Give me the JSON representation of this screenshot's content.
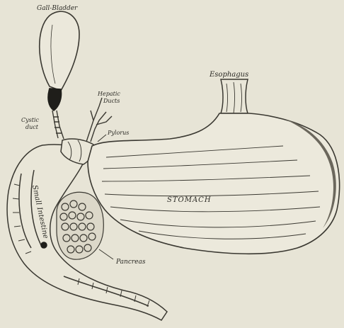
{
  "figure": {
    "labels": {
      "gall_bladder": "Gall-Bladder",
      "cystic_duct_line1": "Cystic",
      "cystic_duct_line2": "duct",
      "hepatic_ducts_line1": "Hepatic",
      "hepatic_ducts_line2": "Ducts",
      "pylorus": "Pylorus",
      "esophagus": "Esophagus",
      "stomach": "STOMACH",
      "small_intestine": "Small Intestine",
      "pancreas": "Pancreas"
    },
    "colors": {
      "paper": "#e7e4d6",
      "ink": "#3a3831",
      "dark_fill": "#1f1e1a",
      "shadow": "#6b675c"
    }
  }
}
